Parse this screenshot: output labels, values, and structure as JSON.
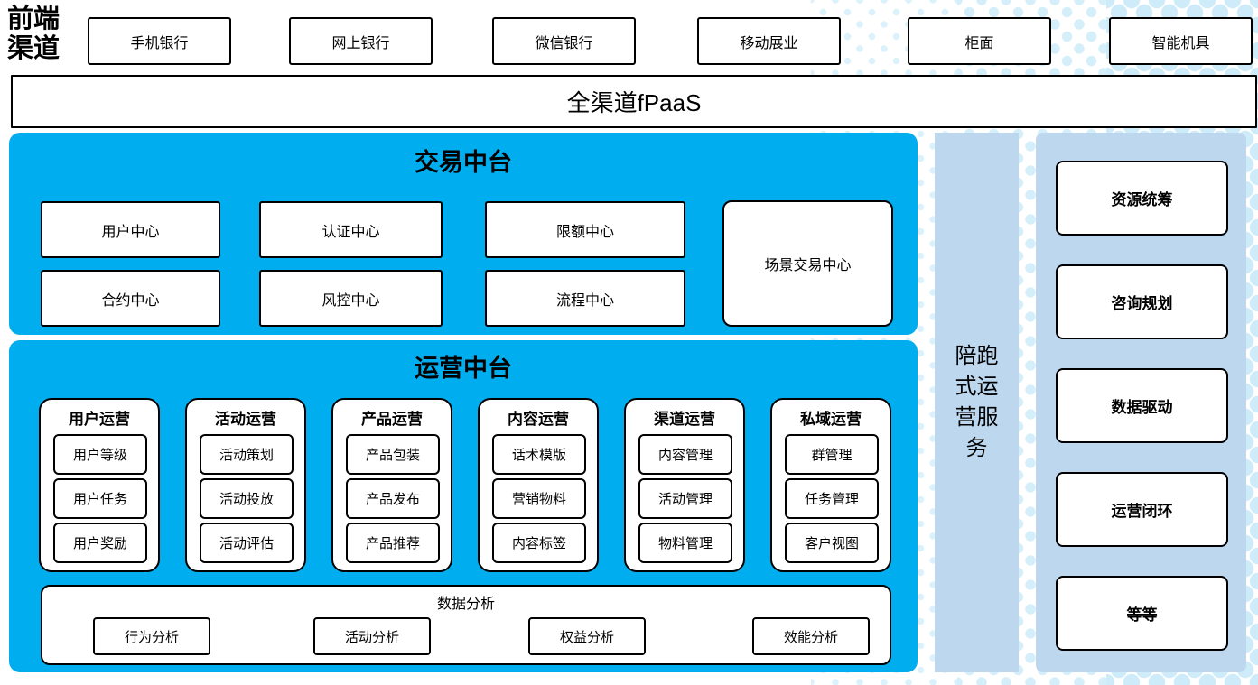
{
  "front_channels": {
    "label": "前端渠道",
    "items": [
      "手机银行",
      "网上银行",
      "微信银行",
      "移动展业",
      "柜面",
      "智能机具"
    ]
  },
  "fpaas": {
    "label": "全渠道fPaaS"
  },
  "trade_platform": {
    "title": "交易中台",
    "centers": [
      "用户中心",
      "认证中心",
      "限额中心",
      "合约中心",
      "风控中心",
      "流程中心"
    ],
    "scene_center": "场景交易中心"
  },
  "operation_platform": {
    "title": "运营中台",
    "columns": [
      {
        "header": "用户运营",
        "items": [
          "用户等级",
          "用户任务",
          "用户奖励"
        ]
      },
      {
        "header": "活动运营",
        "items": [
          "活动策划",
          "活动投放",
          "活动评估"
        ]
      },
      {
        "header": "产品运营",
        "items": [
          "产品包装",
          "产品发布",
          "产品推荐"
        ]
      },
      {
        "header": "内容运营",
        "items": [
          "话术模版",
          "营销物料",
          "内容标签"
        ]
      },
      {
        "header": "渠道运营",
        "items": [
          "内容管理",
          "活动管理",
          "物料管理"
        ]
      },
      {
        "header": "私域运营",
        "items": [
          "群管理",
          "任务管理",
          "客户视图"
        ]
      }
    ],
    "data_analysis": {
      "header": "数据分析",
      "items": [
        "行为分析",
        "活动分析",
        "权益分析",
        "效能分析"
      ]
    }
  },
  "side_service": {
    "label": "陪跑式运营服务"
  },
  "service_panel": {
    "items": [
      "资源统筹",
      "咨询规划",
      "数据驱动",
      "运营闭环",
      "等等"
    ]
  },
  "colors": {
    "primary_blue": "#00aeef",
    "light_blue": "#bdd7ee",
    "dot_blue": "#d4eefa"
  }
}
